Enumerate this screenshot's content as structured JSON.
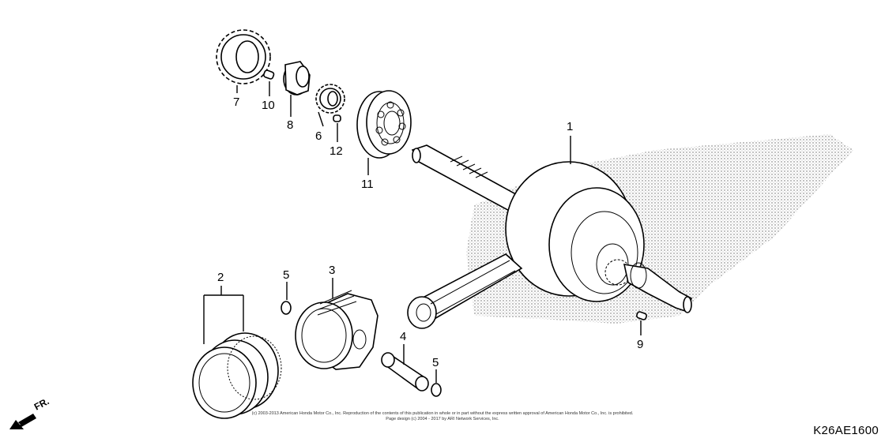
{
  "diagram": {
    "callouts": [
      {
        "id": "c1",
        "label": "1"
      },
      {
        "id": "c2",
        "label": "2"
      },
      {
        "id": "c3",
        "label": "3"
      },
      {
        "id": "c4",
        "label": "4"
      },
      {
        "id": "c5a",
        "label": "5"
      },
      {
        "id": "c5b",
        "label": "5"
      },
      {
        "id": "c6",
        "label": "6"
      },
      {
        "id": "c7",
        "label": "7"
      },
      {
        "id": "c8",
        "label": "8"
      },
      {
        "id": "c9",
        "label": "9"
      },
      {
        "id": "c10",
        "label": "10"
      },
      {
        "id": "c11",
        "label": "11"
      },
      {
        "id": "c12",
        "label": "12"
      }
    ],
    "front_indicator": "FR.",
    "diagram_code": "K26AE1600",
    "copyright_line1": "(c) 2003-2013 American Honda Motor Co., Inc. Reproduction of the contents of this publication in whole or in part without the express written approval of American Honda Motor Co., Inc. is prohibited.",
    "copyright_line2": "Page design (c) 2004 - 2017 by ARI Network Services, Inc."
  }
}
